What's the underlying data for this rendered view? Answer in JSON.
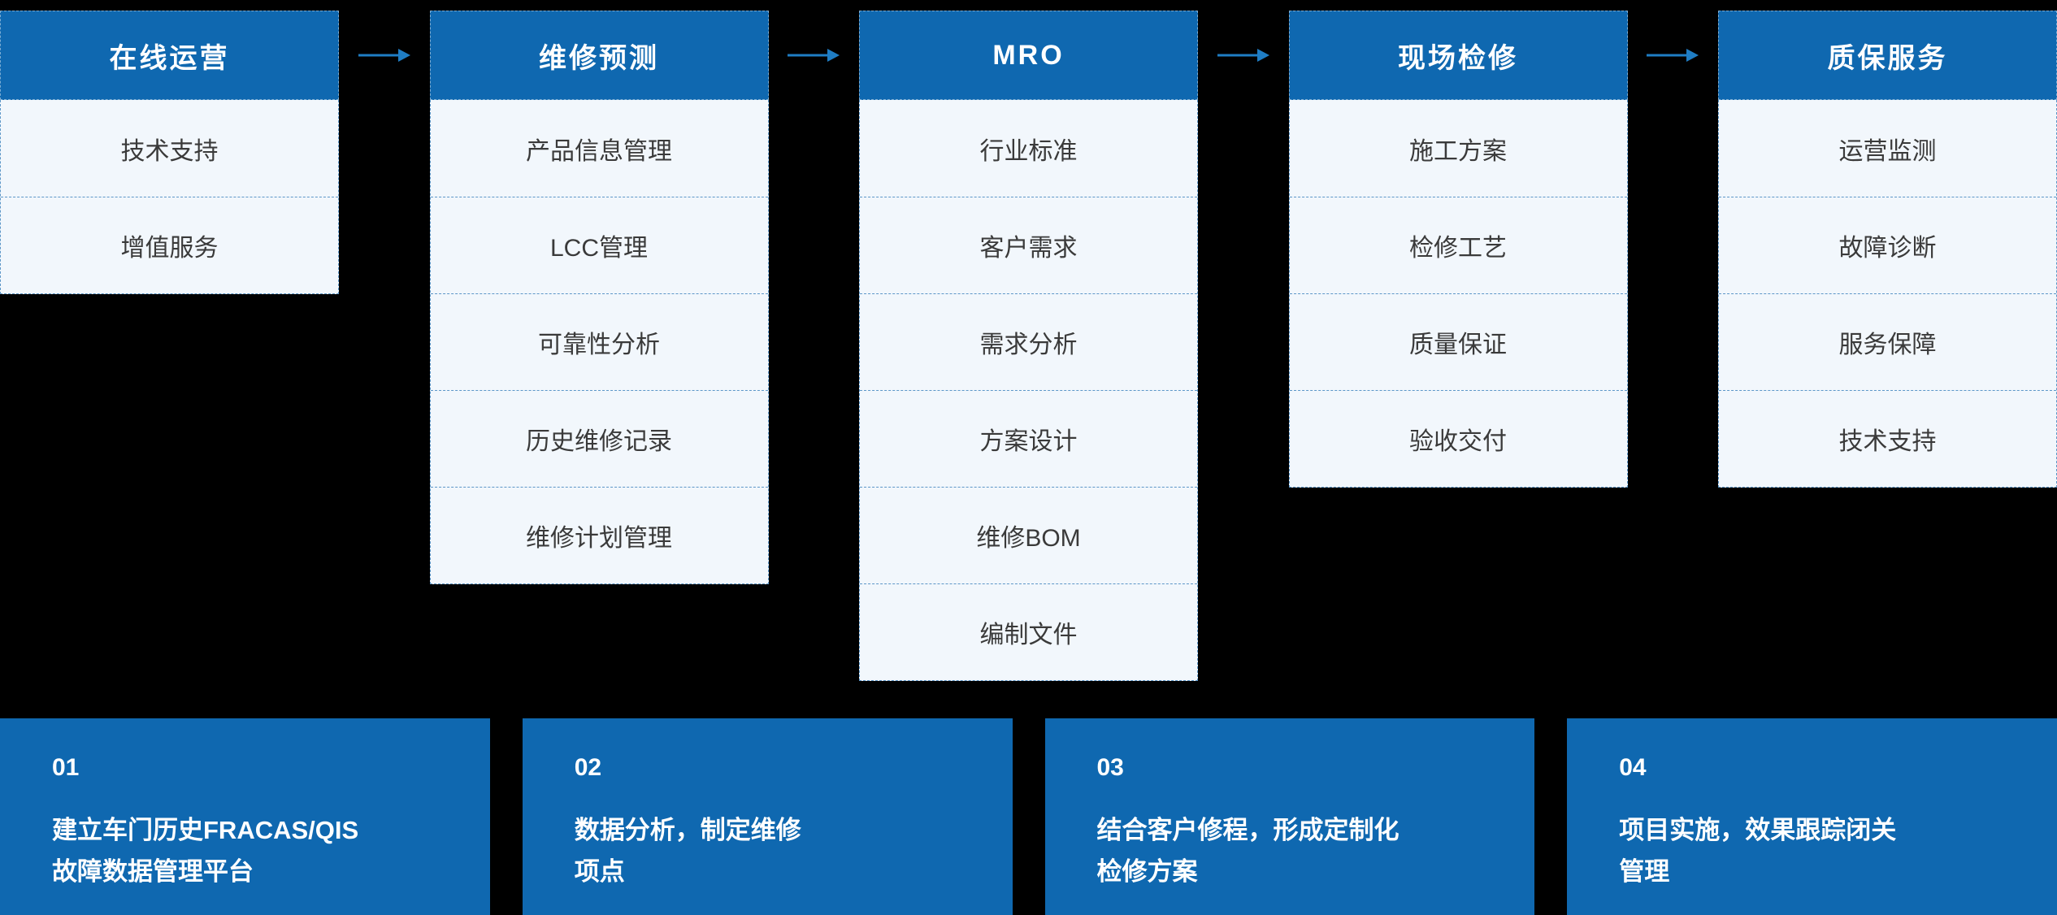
{
  "colors": {
    "page_bg": "#000000",
    "header_bg": "#0f68b0",
    "item_bg": "#f2f7fc",
    "item_text": "#3a3a3a",
    "item_border": "#5d97c8",
    "arrow": "#1f7dc4",
    "step_bg": "#0f68b0",
    "step_text": "#ffffff"
  },
  "flow": {
    "columns": [
      {
        "title": "在线运营",
        "items": [
          "技术支持",
          "增值服务"
        ]
      },
      {
        "title": "维修预测",
        "items": [
          "产品信息管理",
          "LCC管理",
          "可靠性分析",
          "历史维修记录",
          "维修计划管理"
        ]
      },
      {
        "title": "MRO",
        "items": [
          "行业标准",
          "客户需求",
          "需求分析",
          "方案设计",
          "维修BOM",
          "编制文件"
        ]
      },
      {
        "title": "现场检修",
        "items": [
          "施工方案",
          "检修工艺",
          "质量保证",
          "验收交付"
        ]
      },
      {
        "title": "质保服务",
        "items": [
          "运营监测",
          "故障诊断",
          "服务保障",
          "技术支持"
        ]
      }
    ]
  },
  "steps": [
    {
      "number": "01",
      "line1": "建立车门历史FRACAS/QIS",
      "line2": "故障数据管理平台"
    },
    {
      "number": "02",
      "line1": "数据分析，制定维修",
      "line2": "项点"
    },
    {
      "number": "03",
      "line1": "结合客户修程，形成定制化",
      "line2": "检修方案"
    },
    {
      "number": "04",
      "line1": "项目实施，效果跟踪闭关",
      "line2": "管理"
    }
  ]
}
